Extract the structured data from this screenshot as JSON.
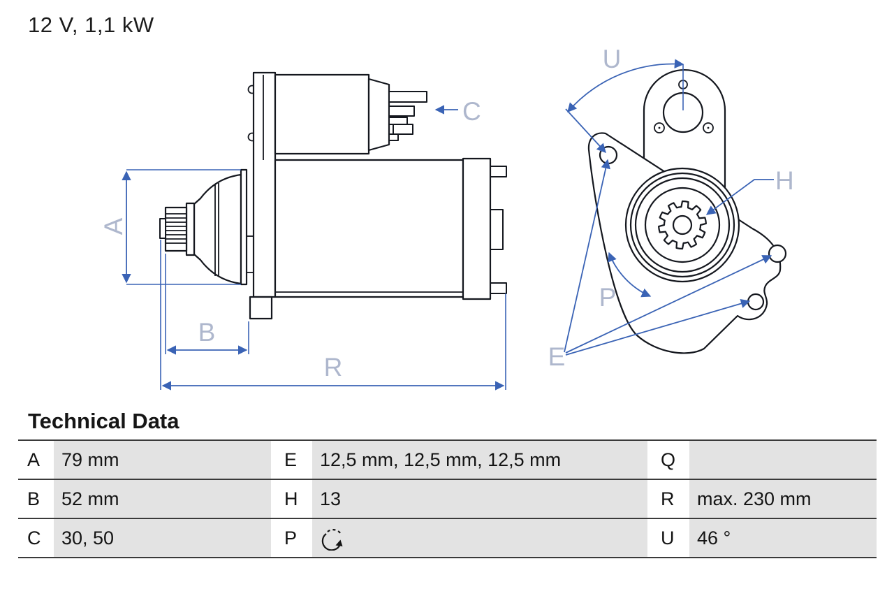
{
  "title": "12 V, 1,1 kW",
  "technical_data": {
    "heading": "Technical Data",
    "cells": [
      {
        "key": "A",
        "value": "79 mm"
      },
      {
        "key": "E",
        "value": "12,5 mm, 12,5 mm, 12,5 mm"
      },
      {
        "key": "Q",
        "value": ""
      },
      {
        "key": "B",
        "value": "52 mm"
      },
      {
        "key": "H",
        "value": "13"
      },
      {
        "key": "R",
        "value": "max. 230 mm"
      },
      {
        "key": "C",
        "value": "30, 50"
      },
      {
        "key": "P",
        "value": "",
        "icon": "clockwise-rotation-icon"
      },
      {
        "key": "U",
        "value": "46 °"
      }
    ]
  },
  "diagram": {
    "description": "starter motor technical drawing, side view and front view",
    "labels": {
      "A": "A",
      "B": "B",
      "C": "C",
      "R": "R",
      "U": "U",
      "H": "H",
      "P": "P",
      "E": "E"
    }
  },
  "colors": {
    "dimension_blue": "#3a63b5",
    "label_blue": "#aeb7cd",
    "drawing_ink": "#14171e",
    "table_cell_gray": "#e3e3e3",
    "table_border": "#3a3a3a"
  }
}
